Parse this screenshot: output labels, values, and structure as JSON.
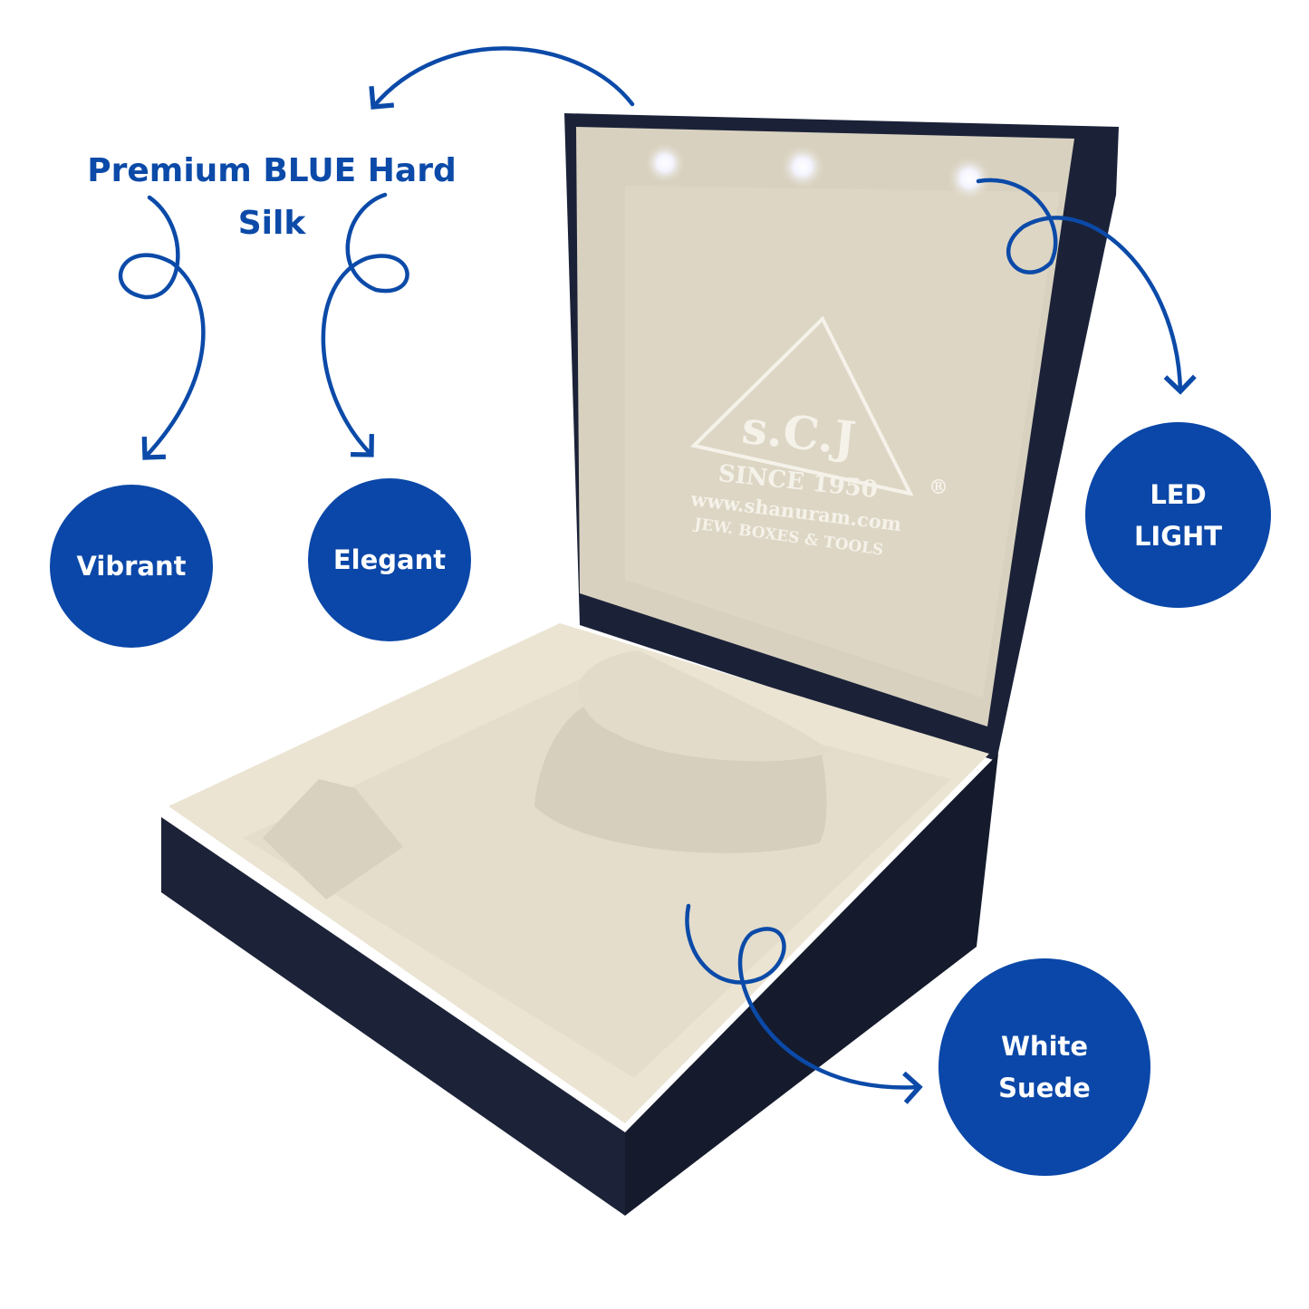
{
  "headline": {
    "line1": "Premium BLUE Hard",
    "line2": "Silk"
  },
  "badges": {
    "vibrant": "Vibrant",
    "elegant": "Elegant",
    "led_line1": "LED",
    "led_line2": "LIGHT",
    "suede_line1": "White",
    "suede_line2": "Suede"
  },
  "logo": {
    "monogram": "s.C.J",
    "since": "SINCE 1950",
    "registered": "®",
    "website": "www.shanuram.com",
    "tagline": "JEW. BOXES & TOOLS"
  },
  "colors": {
    "accent": "#0a47a8",
    "box": "#1b2238",
    "suede": "#e4ddcc"
  }
}
